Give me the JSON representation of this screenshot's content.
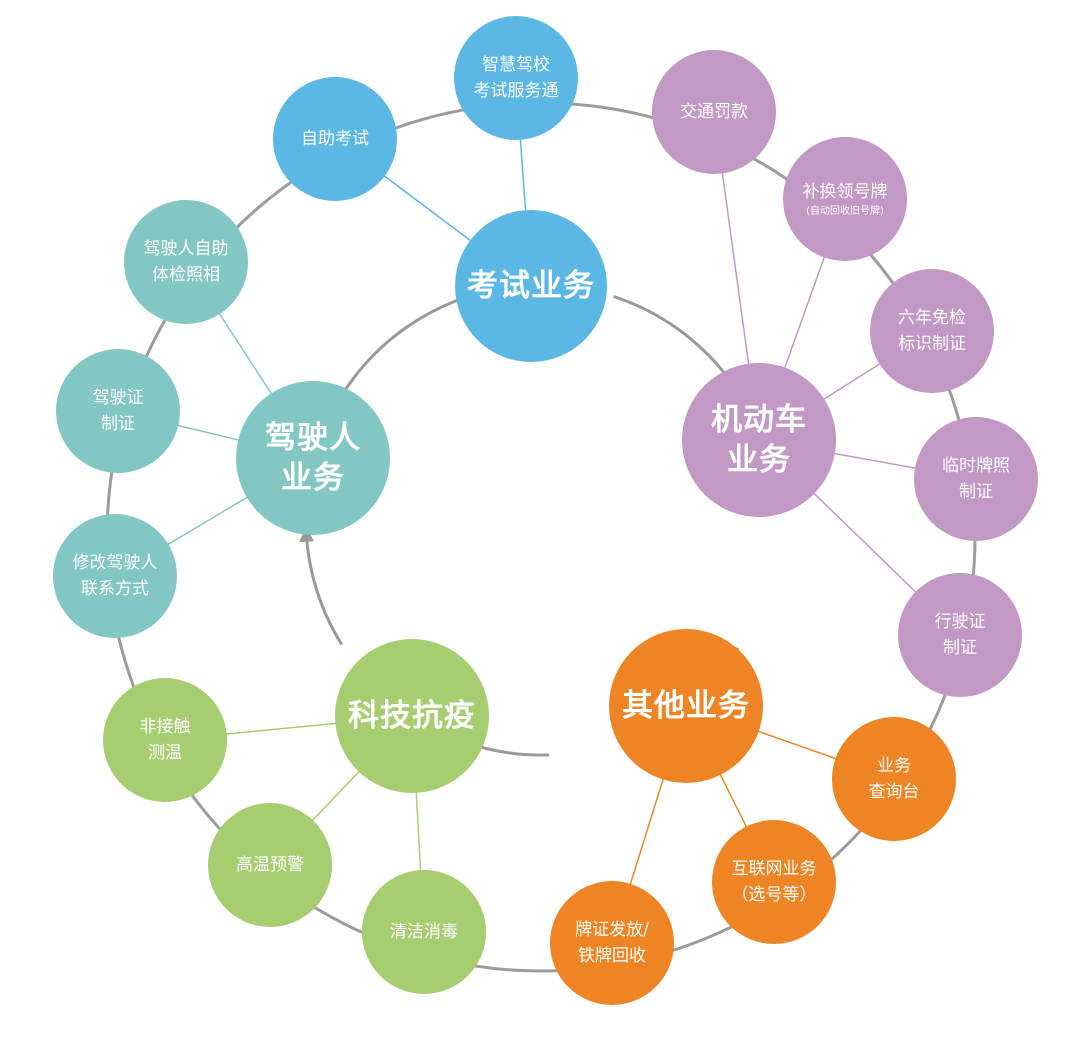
{
  "colors": {
    "blue": "#5bb8e4",
    "purple": "#c298c4",
    "teal": "#83c7c4",
    "green": "#a7cd71",
    "orange": "#ee8424",
    "ring": "#9c9c9c",
    "arrow": "#999999"
  },
  "hubs": {
    "exam": {
      "lines": [
        "考试业务"
      ]
    },
    "vehicle": {
      "lines": [
        "机动车",
        "业务"
      ]
    },
    "other": {
      "lines": [
        "其他业务"
      ]
    },
    "tech": {
      "lines": [
        "科技抗疫"
      ]
    },
    "driver": {
      "lines": [
        "驾驶人",
        "业务"
      ]
    }
  },
  "leaves": {
    "self_exam": {
      "lines": [
        "自助考试"
      ]
    },
    "smart_school": {
      "lines": [
        "智慧驾校",
        "考试服务通"
      ]
    },
    "traffic_fine": {
      "lines": [
        "交通罚款"
      ]
    },
    "plate_replace": {
      "lines": [
        "补换领号牌"
      ],
      "note": "(自动回收旧号牌)"
    },
    "six_year": {
      "lines": [
        "六年免检",
        "标识制证"
      ]
    },
    "temp_plate": {
      "lines": [
        "临时牌照",
        "制证"
      ]
    },
    "vehicle_license": {
      "lines": [
        "行驶证",
        "制证"
      ]
    },
    "query": {
      "lines": [
        "业务",
        "查询台"
      ]
    },
    "internet": {
      "lines": [
        "互联网业务",
        "（选号等）"
      ]
    },
    "plate_issue": {
      "lines": [
        "牌证发放/",
        "铁牌回收"
      ]
    },
    "disinfect": {
      "lines": [
        "清洁消毒"
      ]
    },
    "high_temp": {
      "lines": [
        "高温预警"
      ]
    },
    "contactless": {
      "lines": [
        "非接触",
        "测温"
      ]
    },
    "modify_contact": {
      "lines": [
        "修改驾驶人",
        "联系方式"
      ]
    },
    "license_make": {
      "lines": [
        "驾驶证",
        "制证"
      ]
    },
    "self_photo": {
      "lines": [
        "驾驶人自助",
        "体检照相"
      ]
    }
  }
}
